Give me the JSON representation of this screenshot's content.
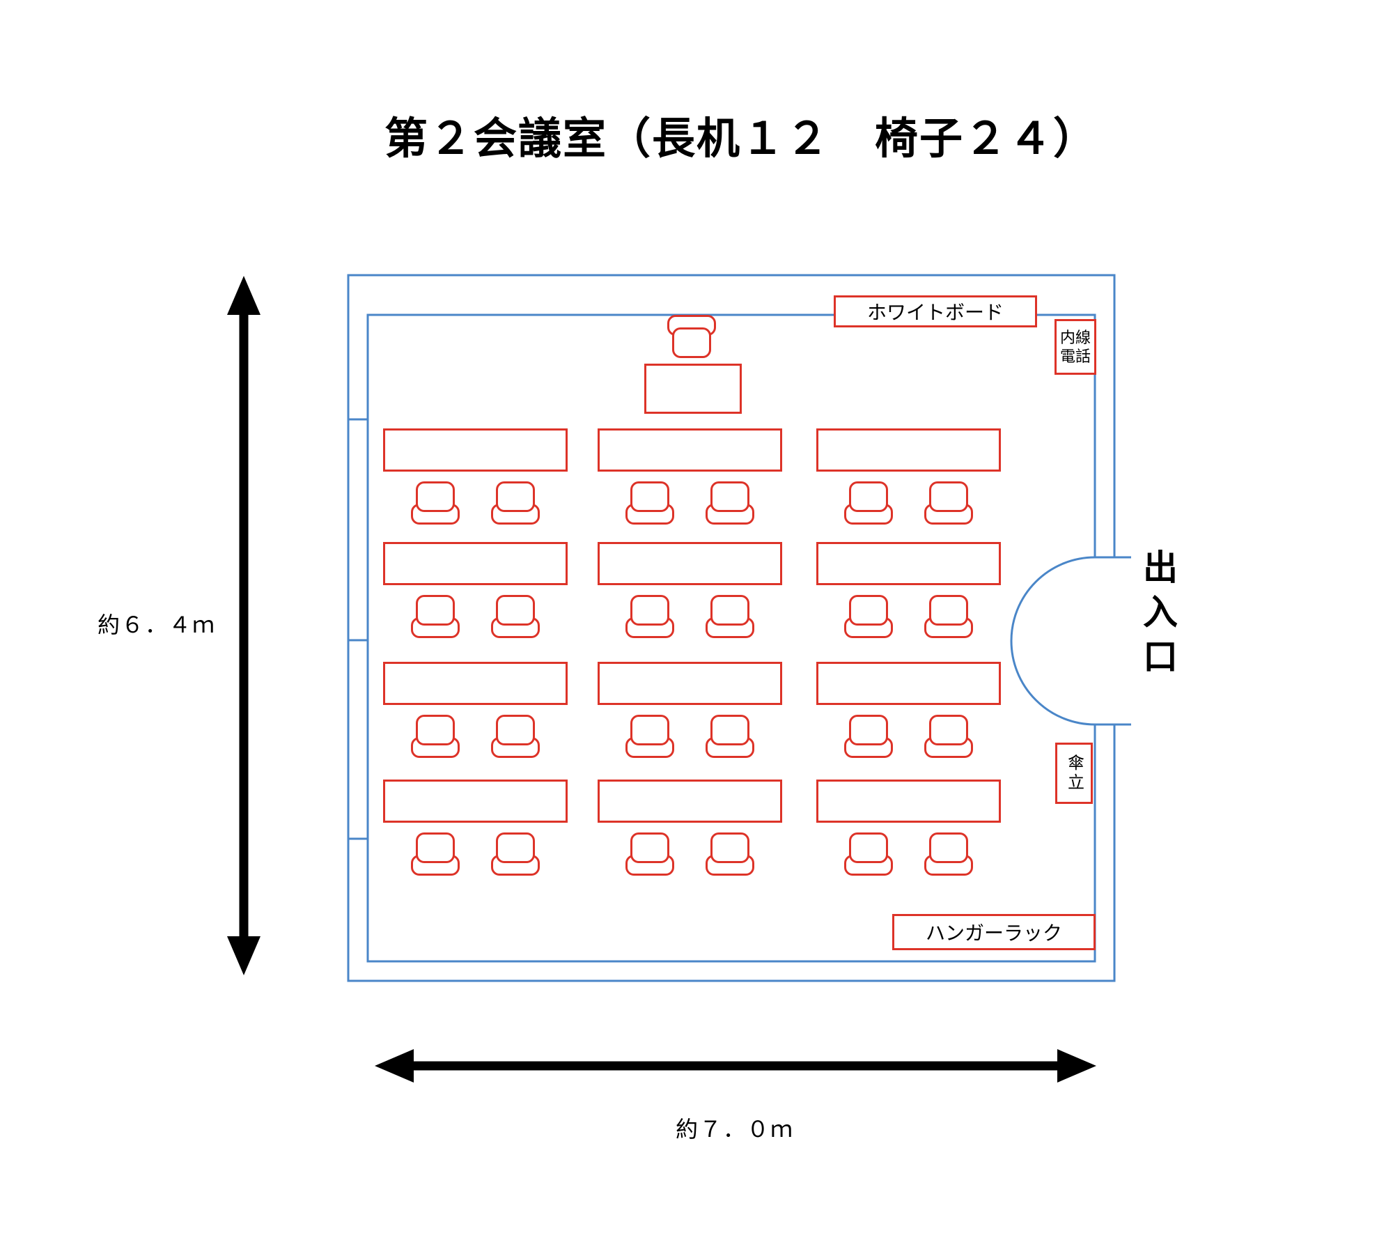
{
  "title": "第２会議室（長机１２　椅子２４）",
  "room": {
    "whiteboard_label": "ホワイトボード",
    "intercom_label": "内線電話",
    "entrance_label": "出入口",
    "umbrella_label": "傘立",
    "hanger_label": "ハンガーラック"
  },
  "dimensions": {
    "height_label": "約６．４ｍ",
    "width_label": "約７．０ｍ"
  },
  "furniture": {
    "long_table_count": 12,
    "chair_count": 24,
    "table_columns": 3,
    "table_rows": 4,
    "chairs_per_table": 2,
    "has_podium_table": true,
    "has_podium_chair": true
  },
  "colors": {
    "wall_outline": "#4a86c8",
    "furniture_outline": "#dd3328",
    "dimension_arrows": "#000000",
    "text": "#000000"
  }
}
